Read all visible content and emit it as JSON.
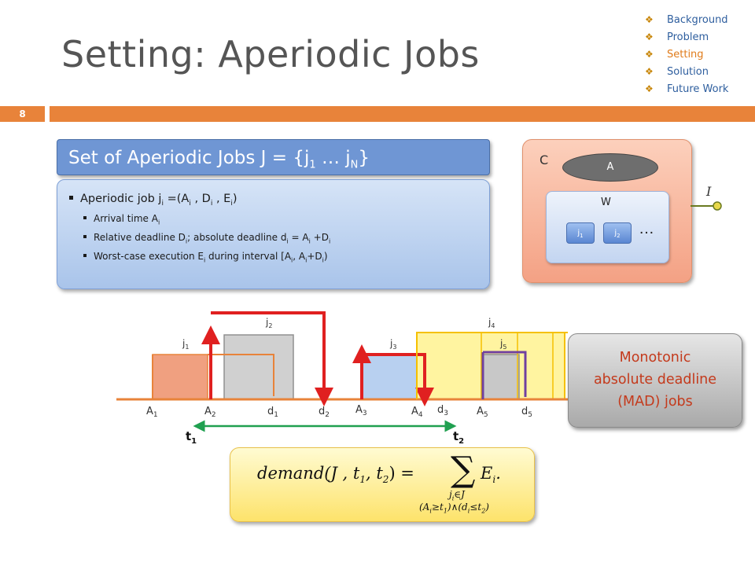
{
  "title": "Setting: Aperiodic Jobs",
  "nav": [
    {
      "label": "Background",
      "active": false
    },
    {
      "label": "Problem",
      "active": false
    },
    {
      "label": "Setting",
      "active": true
    },
    {
      "label": "Solution",
      "active": false
    },
    {
      "label": "Future Work",
      "active": false
    }
  ],
  "slide_number": "8",
  "jobs_box": {
    "header_prefix": "Set of Aperiodic Jobs J = {j",
    "header_sub1": "1",
    "header_mid": " … j",
    "header_subN": "N",
    "header_suffix": "}",
    "bullet_main": {
      "text": "Aperiodic job j",
      "sub": "i",
      "rest": " =(A",
      "a_sub": "i",
      "sep1": " , D",
      "d_sub": "i",
      "sep2": " , E",
      "e_sub": "i",
      "close": ")"
    },
    "bullet_arrival": {
      "text": "Arrival time A",
      "sub": "i"
    },
    "bullet_deadline": {
      "text": "Relative deadline D",
      "sub": "i",
      "rest": "; absolute deadline d",
      "d_sub": "i",
      "eq": " = A",
      "a_sub": "i",
      "plus": " +D",
      "D_sub": "i"
    },
    "bullet_exec": {
      "text": "Worst-case execution E",
      "sub": "i",
      "rest": " during interval [A",
      "a_sub": "i",
      "comma": ", A",
      "a2_sub": "i",
      "plus": "+D",
      "d_sub": "i",
      "close": ")"
    }
  },
  "component": {
    "label_c": "C",
    "label_a": "A",
    "label_w": "W",
    "job1": {
      "name": "j",
      "sub": "1"
    },
    "job2": {
      "name": "j",
      "sub": "2"
    },
    "ellipsis": "…",
    "label_i": "I"
  },
  "timeline": {
    "job_labels": [
      {
        "name": "j",
        "sub": "1"
      },
      {
        "name": "j",
        "sub": "2"
      },
      {
        "name": "j",
        "sub": "3"
      },
      {
        "name": "j",
        "sub": "4"
      },
      {
        "name": "j",
        "sub": "5"
      }
    ],
    "axis_labels": [
      {
        "name": "A",
        "sub": "1"
      },
      {
        "name": "A",
        "sub": "2"
      },
      {
        "name": "d",
        "sub": "1"
      },
      {
        "name": "d",
        "sub": "2"
      },
      {
        "name": "A",
        "sub": "3"
      },
      {
        "name": "A",
        "sub": "4"
      },
      {
        "name": "d",
        "sub": "3"
      },
      {
        "name": "A",
        "sub": "5"
      },
      {
        "name": "d",
        "sub": "5"
      }
    ],
    "t1": {
      "name": "t",
      "sub": "1"
    },
    "t2": {
      "name": "t",
      "sub": "2"
    }
  },
  "mad_box": {
    "line1": "Monotonic",
    "line2": "absolute deadline",
    "line3": "(MAD) jobs"
  },
  "formula": {
    "lhs": "demand(J , t",
    "t1": "1",
    "mid": ", t",
    "t2": "2",
    "close": ") =",
    "sum": "∑",
    "E": "E",
    "E_sub": "i",
    "dot": ".",
    "under1": "j",
    "under1_sub": "i",
    "under1_rest": "∈J",
    "under2": "(A",
    "under2_a": "i",
    "under2_ge": "≥t",
    "under2_t1": "1",
    "under2_and": ")∧(d",
    "under2_d": "i",
    "under2_le": "≤t",
    "under2_t2": "2",
    "under2_close": ")"
  },
  "colors": {
    "accent_orange": "#e8833a",
    "nav_blue": "#2e5e9e",
    "nav_active": "#e07b1a",
    "job1": "#f0a080",
    "job2": "#d0d0d0",
    "job3": "#b8d0f0",
    "job4": "#fff4a0",
    "red_arrow": "#e02020",
    "green_arrow": "#20a050",
    "purple_arrow": "#7040a0",
    "mad_text": "#c43a1c"
  }
}
